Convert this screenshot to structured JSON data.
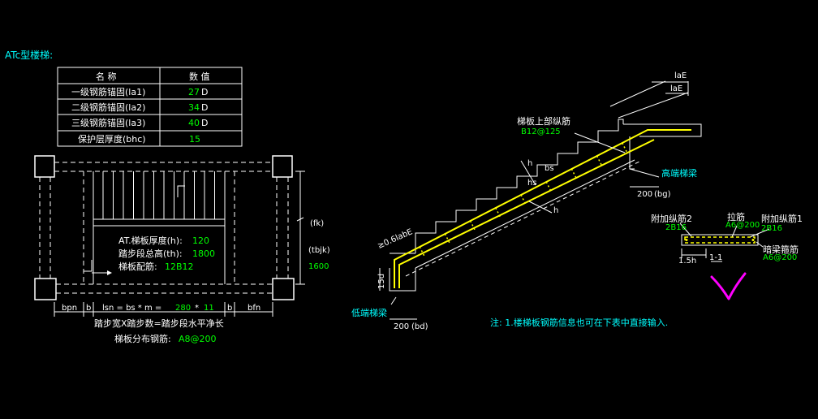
{
  "title": "ATc型楼梯:",
  "colors": {
    "white": "#ffffff",
    "cyan": "#00ffff",
    "green": "#00ff00",
    "yellow": "#ffff00",
    "magenta": "#ff00ff",
    "gray": "#bfbfbf"
  },
  "table": {
    "header": {
      "name": "名 称",
      "value": "数 值"
    },
    "rows": [
      {
        "name": "一级钢筋锚固(la1)",
        "value": "27",
        "unit": "D"
      },
      {
        "name": "二级钢筋锚固(la2)",
        "value": "34",
        "unit": "D"
      },
      {
        "name": "三级钢筋锚固(la3)",
        "value": "40",
        "unit": "D"
      },
      {
        "name": "保护层厚度(bhc)",
        "value": "15",
        "unit": ""
      }
    ]
  },
  "plan": {
    "thickness_label": "AT.梯板厚度(h):",
    "thickness_value": "120",
    "height_label": "踏步段总高(th):",
    "height_value": "1800",
    "rebar_label": "梯板配筋:",
    "rebar_value": "12B12",
    "fk": "(fk)",
    "tbjk": "(tbjk)",
    "right_dim": "1600",
    "bpn": "bpn",
    "b": "b",
    "bfn": "bfn",
    "lsn_label": "lsn = bs * m =",
    "lsn_bs": "280",
    "lsn_star": "*",
    "lsn_m": "11",
    "formula": "踏步宽X踏步数=踏步段水平净长",
    "dist_label": "梯板分布钢筋:",
    "dist_value": "A8@200"
  },
  "section": {
    "laE1": "laE",
    "laE2": "laE",
    "top_rebar_label": "梯板上部纵筋",
    "top_rebar_value": "B12@125",
    "bs": "bs",
    "hs": "hs",
    "h1": "h",
    "h2": "h",
    "high_beam": "高端梯梁",
    "bg_value": "200",
    "bg_label": "(bg)",
    "anchor": "≥0.6labE",
    "d15": "15d",
    "low_beam": "低端梯梁",
    "bd_value": "200",
    "bd_label": "(bd)"
  },
  "detail": {
    "add_rebar2": "附加纵筋2",
    "add_rebar2_value": "2B16",
    "tie": "拉筋",
    "tie_value": "A6@200",
    "add_rebar1": "附加纵筋1",
    "add_rebar1_value": "2B16",
    "hidden_stirrup": "暗梁箍筋",
    "hidden_stirrup_value": "A6@200",
    "dim_15h": "1.5h",
    "cut": "1-1"
  },
  "note": "注: 1.楼梯板钢筋信息也可在下表中直接输入."
}
